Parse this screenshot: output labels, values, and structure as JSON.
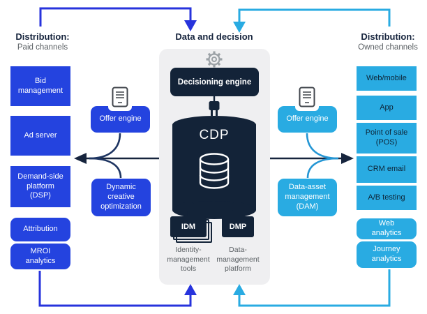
{
  "headers": {
    "left": {
      "title": "Distribution:",
      "subtitle": "Paid channels"
    },
    "center": {
      "title": "Data and decision"
    },
    "right": {
      "title": "Distribution:",
      "subtitle": "Owned channels"
    }
  },
  "left_column": {
    "boxes": [
      {
        "label": "Bid management"
      },
      {
        "label": "Ad server"
      },
      {
        "label": "Demand-side platform (DSP)"
      },
      {
        "label": "Attribution"
      },
      {
        "label": "MROI analytics"
      }
    ]
  },
  "right_column": {
    "boxes": [
      {
        "label": "Web/mobile"
      },
      {
        "label": "App"
      },
      {
        "label": "Point of sale (POS)"
      },
      {
        "label": "CRM email"
      },
      {
        "label": "A/B testing"
      },
      {
        "label": "Web analytics"
      },
      {
        "label": "Journey analytics"
      }
    ]
  },
  "left_satellites": {
    "offer_engine": "Offer engine",
    "dynamic_creative": "Dynamic creative optimization"
  },
  "right_satellites": {
    "offer_engine": "Offer engine",
    "dam": "Data-asset management (DAM)"
  },
  "center": {
    "decisioning_engine": "Decisioning engine",
    "cdp": "CDP",
    "idm": "IDM",
    "dmp": "DMP",
    "idm_caption": "Identity-management tools",
    "dmp_caption": "Data-management platform"
  },
  "icons": {
    "gear": "gear-icon",
    "offer_device": "tablet-document-icon",
    "plug": "plug-connector-icon",
    "database": "database-icon",
    "stacked_layers": "stacked-layers-icon"
  },
  "colors": {
    "paid_blue": "#2443df",
    "arrow_blue": "#2733dc",
    "owned_cyan": "#29abe2",
    "navy": "#132338",
    "panel_gray": "#efeff1",
    "muted_text": "#5b6064"
  }
}
